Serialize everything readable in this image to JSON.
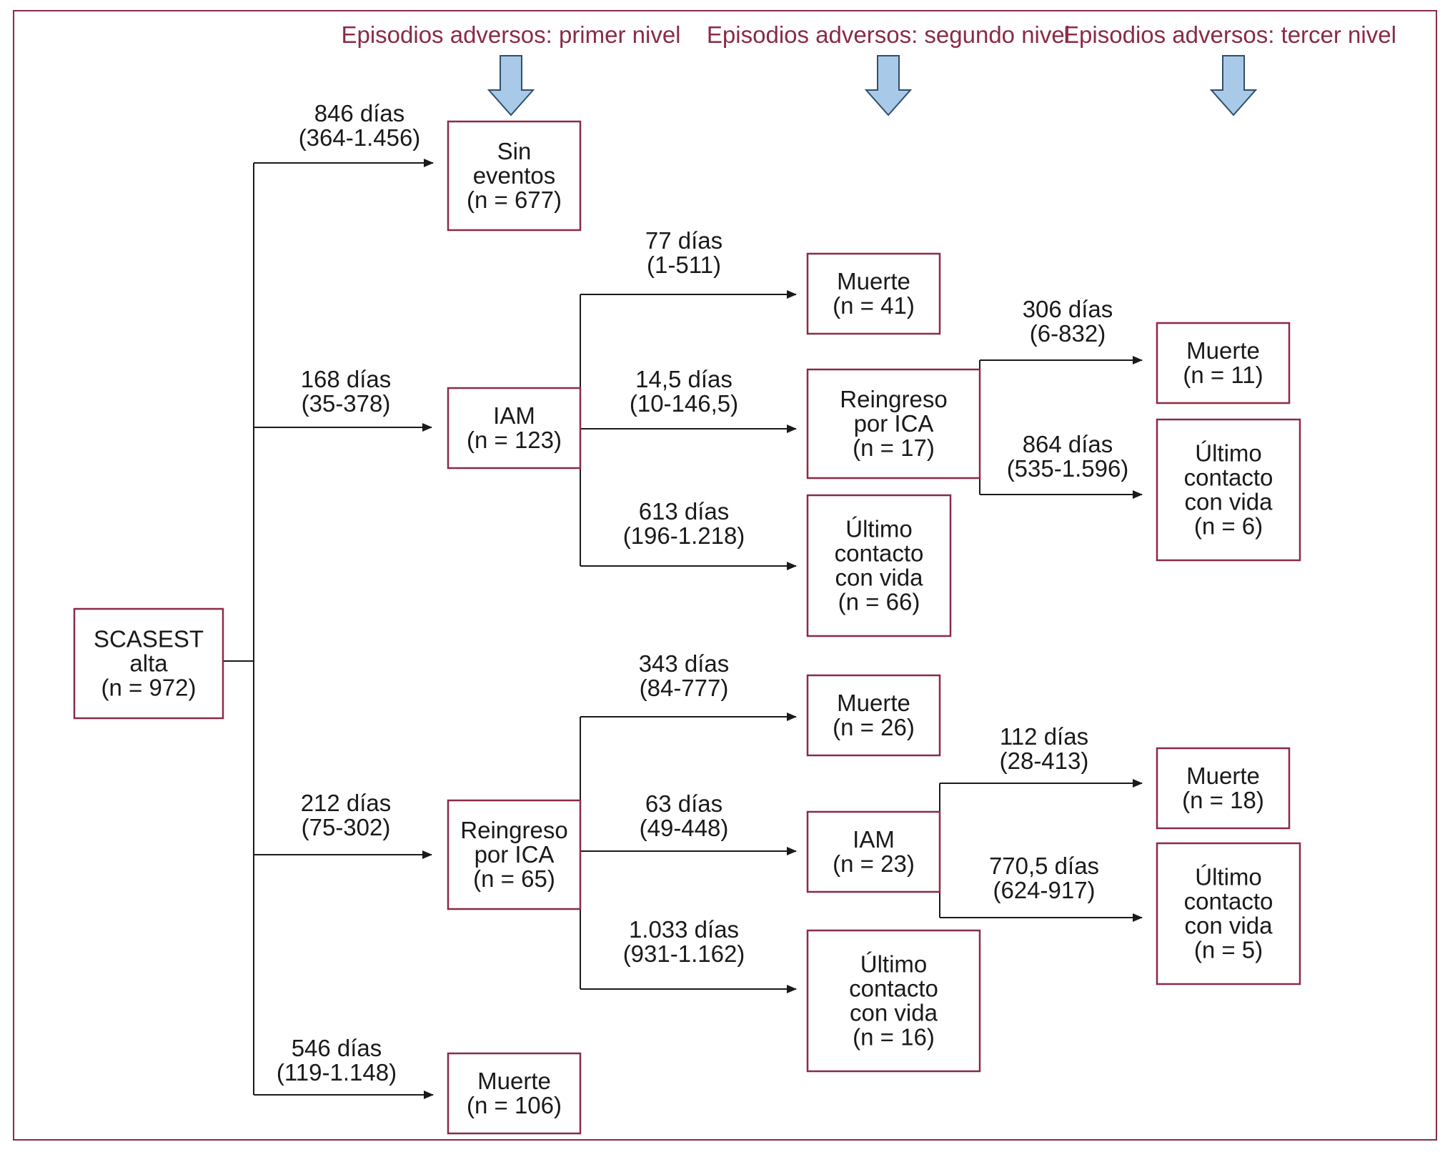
{
  "colors": {
    "border": "#8a2b45",
    "level_title": "#8a2b45",
    "level_arrow_fill": "#a9c9e8",
    "level_arrow_stroke": "#2f4f6f",
    "line": "#1a1a1a"
  },
  "level_headers": {
    "first": "Episodios adversos: primer nivel",
    "second": "Episodios adversos: segundo nivel",
    "third": "Episodios adversos: tercer nivel"
  },
  "nodes": {
    "root": [
      "SCASEST",
      "alta",
      "(n = 972)"
    ],
    "l1_sin_eventos": [
      "Sin",
      "eventos",
      "(n = 677)"
    ],
    "l1_iam": [
      "IAM",
      "(n = 123)"
    ],
    "l1_reingreso": [
      "Reingreso",
      "por ICA",
      "(n = 65)"
    ],
    "l1_muerte": [
      "Muerte",
      "(n = 106)"
    ],
    "l2_iam_muerte": [
      "Muerte",
      "(n = 41)"
    ],
    "l2_iam_reingreso": [
      "Reingreso",
      "por ICA",
      "(n = 17)"
    ],
    "l2_iam_ultimo": [
      "Último",
      "contacto",
      "con vida",
      "(n = 66)"
    ],
    "l2_rei_muerte": [
      "Muerte",
      "(n = 26)"
    ],
    "l2_rei_iam": [
      "IAM",
      "(n = 23)"
    ],
    "l2_rei_ultimo": [
      "Último",
      "contacto",
      "con vida",
      "(n = 16)"
    ],
    "l3_a_muerte": [
      "Muerte",
      "(n = 11)"
    ],
    "l3_a_ultimo": [
      "Último",
      "contacto",
      "con vida",
      "(n = 6)"
    ],
    "l3_b_muerte": [
      "Muerte",
      "(n = 18)"
    ],
    "l3_b_ultimo": [
      "Último",
      "contacto",
      "con vida",
      "(n = 5)"
    ]
  },
  "edges": {
    "to_sin_eventos": [
      "846 días",
      "(364-1.456)"
    ],
    "to_l1_iam": [
      "168 días",
      "(35-378)"
    ],
    "to_l1_reingreso": [
      "212 días",
      "(75-302)"
    ],
    "to_l1_muerte": [
      "546 días",
      "(119-1.148)"
    ],
    "iam_to_muerte": [
      "77 días",
      "(1-511)"
    ],
    "iam_to_reingreso": [
      "14,5 días",
      "(10-146,5)"
    ],
    "iam_to_ultimo": [
      "613 días",
      "(196-1.218)"
    ],
    "rei_to_muerte": [
      "343 días",
      "(84-777)"
    ],
    "rei_to_iam": [
      "63 días",
      "(49-448)"
    ],
    "rei_to_ultimo": [
      "1.033 días",
      "(931-1.162)"
    ],
    "l2a_to_muerte": [
      "306 días",
      "(6-832)"
    ],
    "l2a_to_ultimo": [
      "864 días",
      "(535-1.596)"
    ],
    "l2b_to_muerte": [
      "112 días",
      "(28-413)"
    ],
    "l2b_to_ultimo": [
      "770,5 días",
      "(624-917)"
    ]
  }
}
